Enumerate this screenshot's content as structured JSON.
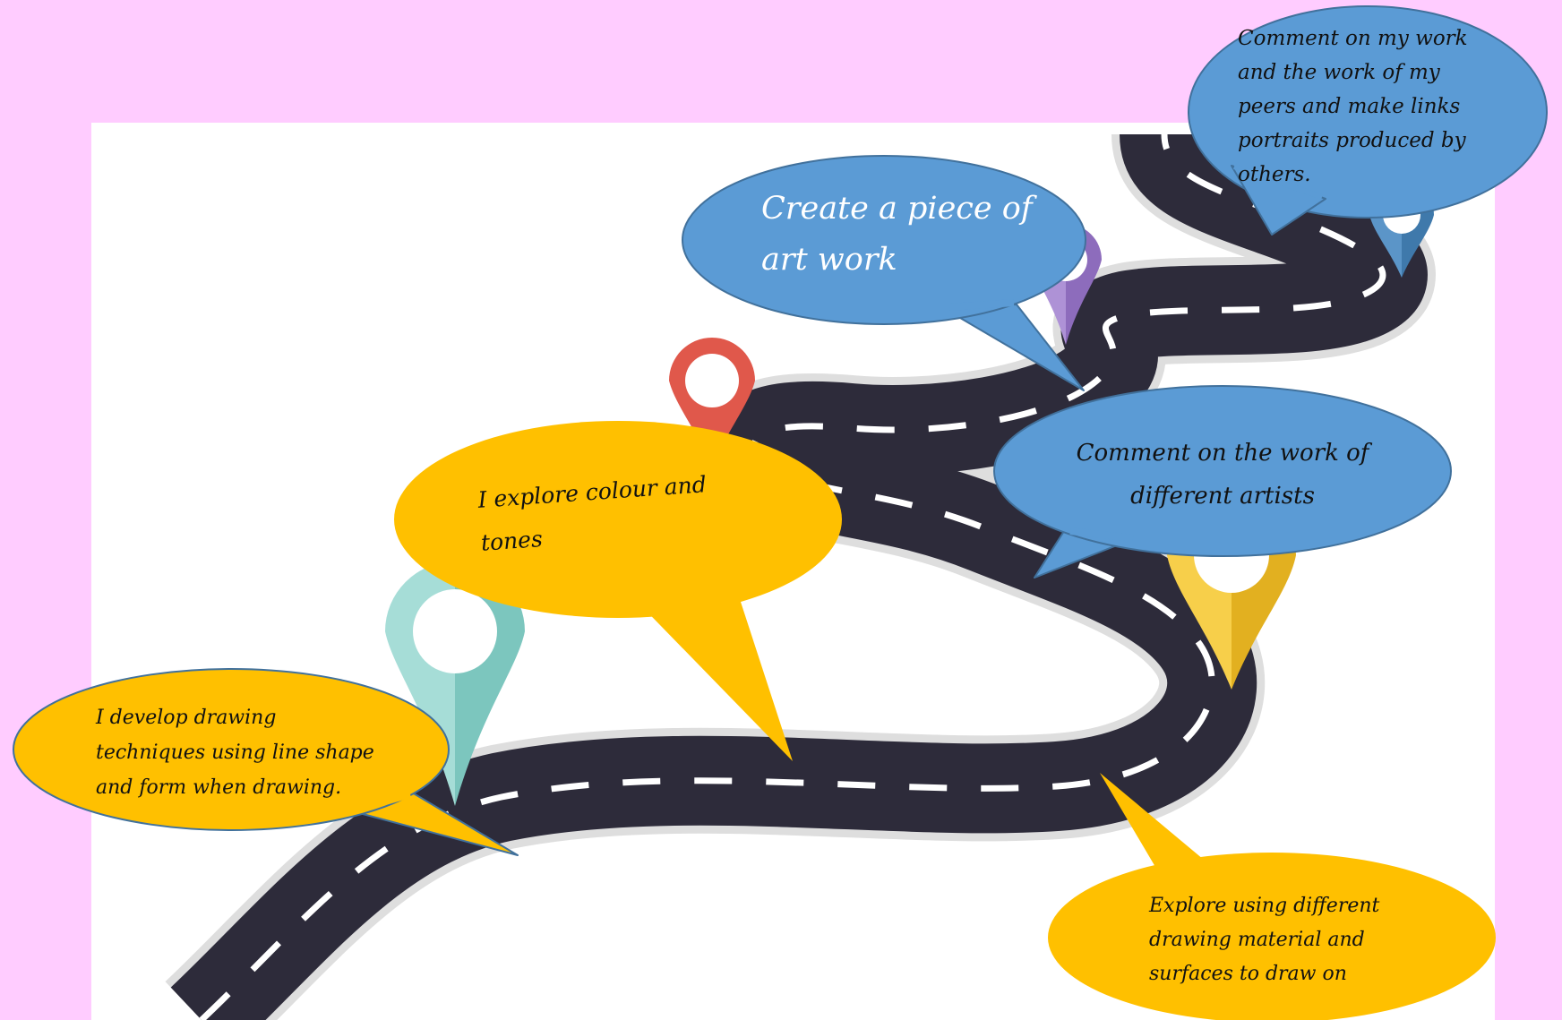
{
  "colors": {
    "background": "#ffccff",
    "canvas": "#ffffff",
    "road": "#2d2b3a",
    "road_edge": "#e6e6e6",
    "lane_marking": "#ffffff",
    "blue_bubble": "#5b9bd5",
    "yellow_bubble": "#ffc000",
    "bubble_outline": "#41719c",
    "pin_teal": "#8fd3cc",
    "pin_red": "#e0584b",
    "pin_purple": "#9b7bc6",
    "pin_yellow": "#f2c12e",
    "pin_blue": "#4e86b8"
  },
  "milestones": [
    {
      "id": "drawing-techniques",
      "color": "yellow",
      "pin": "teal-pin-icon",
      "lines": [
        "I develop drawing",
        "techniques using line shape",
        "and form when drawing."
      ]
    },
    {
      "id": "explore-colour",
      "color": "yellow",
      "pin": "red-pin-icon",
      "lines": [
        "I explore colour and",
        "tones"
      ]
    },
    {
      "id": "comment-artists",
      "color": "blue",
      "pin": "yellow-pin-icon",
      "lines": [
        "Comment on the work of",
        "different artists"
      ]
    },
    {
      "id": "create-art",
      "color": "blue",
      "pin": "purple-pin-icon",
      "lines": [
        "Create a piece of",
        "art work"
      ]
    },
    {
      "id": "comment-peers",
      "color": "blue",
      "pin": "blue-pin-icon",
      "lines": [
        "Comment on my work",
        "and the work of my",
        "peers and make links",
        "portraits produced by",
        "others."
      ]
    },
    {
      "id": "drawing-materials",
      "color": "yellow",
      "pin": "none",
      "lines": [
        "Explore using different",
        "drawing material and",
        "surfaces to draw on"
      ]
    }
  ]
}
